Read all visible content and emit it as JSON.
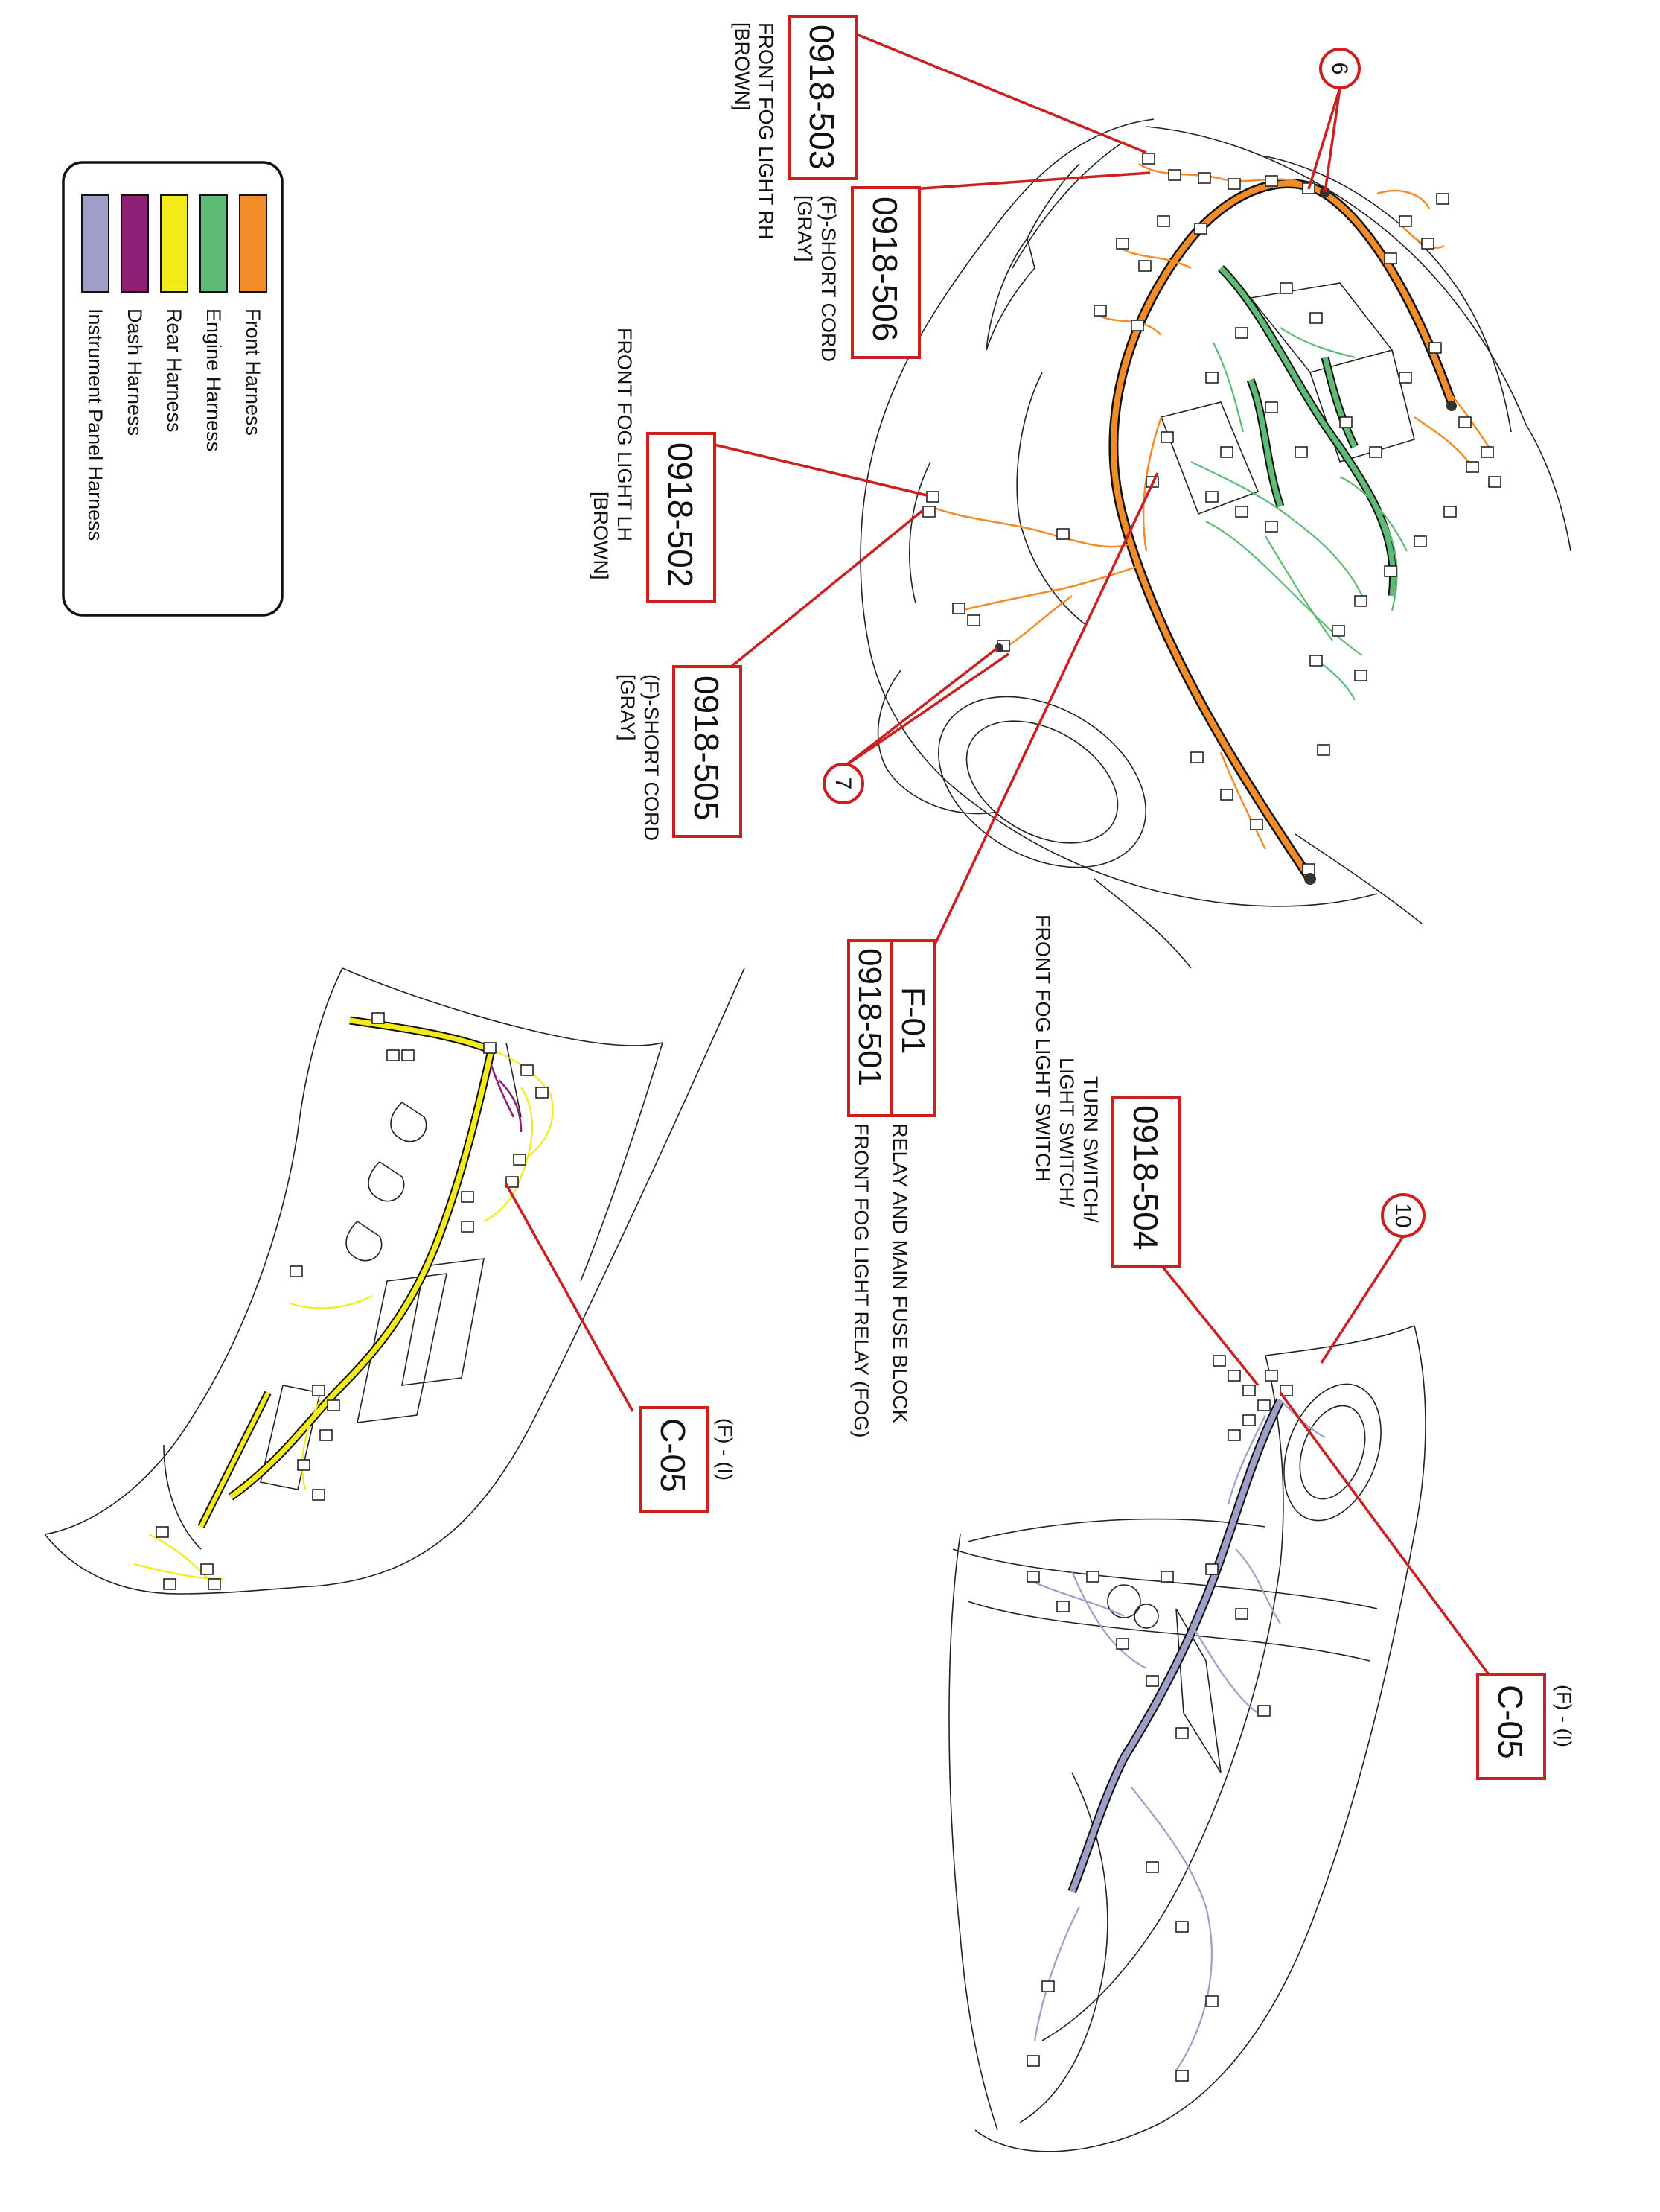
{
  "legend": {
    "items": [
      {
        "label": "Front Harness",
        "color": "#f28c28"
      },
      {
        "label": "Engine Harness",
        "color": "#5dbb75"
      },
      {
        "label": "Rear Harness",
        "color": "#f3ea1a"
      },
      {
        "label": "Dash Harness",
        "color": "#8e1f77"
      },
      {
        "label": "Instrument Panel Harness",
        "color": "#9d9fc8"
      }
    ]
  },
  "callouts": {
    "c503": {
      "code": "0918-503",
      "lines": [
        "FRONT FOG LIGHT RH",
        "[BROWN]"
      ]
    },
    "c506": {
      "code": "0918-506",
      "lines": [
        "(F)-SHORT CORD",
        "[GRAY]"
      ]
    },
    "c502": {
      "code": "0918-502",
      "lines": [
        "FRONT FOG LIGHT LH",
        "[BROWN]"
      ]
    },
    "c505": {
      "code": "0918-505",
      "lines": [
        "(F)-SHORT CORD",
        "[GRAY]"
      ]
    },
    "c501": {
      "code_top": "F-01",
      "code": "0918-501",
      "lines": [
        "RELAY AND MAIN FUSE BLOCK",
        "FRONT FOG LIGHT RELAY (FOG)"
      ]
    },
    "c504": {
      "code": "0918-504",
      "lines": [
        "TURN SWITCH/",
        "LIGHT SWITCH/",
        "FRONT FOG LIGHT SWITCH"
      ]
    },
    "c05a": {
      "code": "C-05",
      "caption": "(F) - (I)"
    },
    "c05b": {
      "code": "C-05",
      "caption": "(F) - (I)"
    }
  },
  "markers": {
    "m6": "6",
    "m7": "7",
    "m10": "10"
  }
}
